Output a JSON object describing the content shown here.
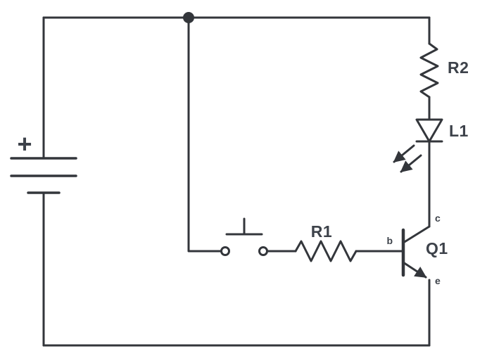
{
  "theme": {
    "canvas-bg": "#ffffff",
    "stroke": "#33363b",
    "label": "#3d424a"
  },
  "components": {
    "battery": {
      "type": "battery",
      "label": "+"
    },
    "r2": {
      "type": "resistor",
      "label": "R2"
    },
    "l1": {
      "type": "led",
      "label": "L1"
    },
    "switch": {
      "type": "push-button"
    },
    "r1": {
      "type": "resistor",
      "label": "R1"
    },
    "q1": {
      "type": "npn-transistor",
      "label": "Q1",
      "pins": {
        "b": "b",
        "c": "c",
        "e": "e"
      }
    }
  }
}
